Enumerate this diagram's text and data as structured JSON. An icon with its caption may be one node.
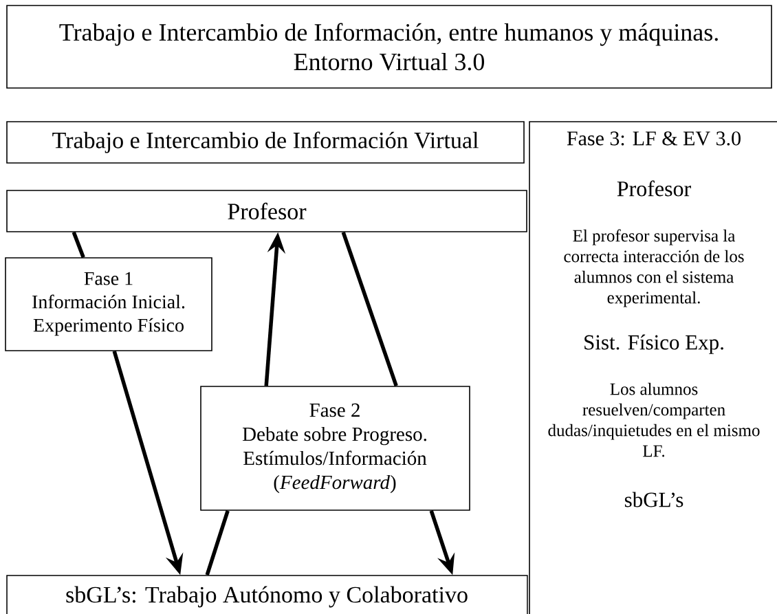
{
  "diagram": {
    "nodes": [
      {
        "text": [
          "Trabajo e Intercambio de Información, entre humanos y máquinas.",
          "Entorno Virtual 3.0"
        ]
      },
      {
        "text": [
          "Trabajo e Intercambio de Información Virtual"
        ]
      },
      {
        "text": [
          "Profesor"
        ]
      },
      {
        "text": [
          "Fase 1",
          "Información Inicial. Experimento Físico"
        ]
      },
      {
        "text": [
          "Fase 2",
          "Debate sobre Progreso. Estímulos/Información (*FeedForward*)"
        ]
      },
      {
        "text": [
          "sbGL’s: Trabajo Autónomo y Colaborativo"
        ]
      },
      {
        "text": [
          "Fase 3: LF & EV 3.0",
          "Profesor",
          "El profesor supervisa la correcta interacción de los alumnos con el sistema experimental.",
          "Sist. Físico Exp.",
          "Los alumnos resuelven/comparten dudas/inquietudes en el mismo LF.",
          "sbGL’s"
        ]
      }
    ],
    "edges": [
      {
        "from": 2,
        "to": 3,
        "arrow": "none"
      },
      {
        "from": 3,
        "to": 5,
        "arrow": "to"
      },
      {
        "from": 5,
        "to": 4,
        "arrow": "none"
      },
      {
        "from": 4,
        "to": 2,
        "arrow": "to"
      },
      {
        "from": 2,
        "to": 4,
        "arrow": "none"
      },
      {
        "from": 4,
        "to": 5,
        "arrow": "to"
      }
    ]
  }
}
